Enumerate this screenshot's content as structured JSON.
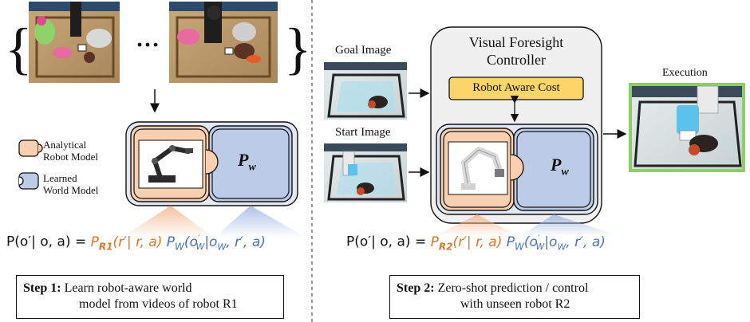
{
  "step1": {
    "legend_analytical": [
      "Analytical",
      "Robot Model"
    ],
    "legend_learned": [
      "Learned",
      "World Model"
    ],
    "pw_label": "P",
    "pw_sub": "w",
    "ellipsis": "···",
    "step_bold": "Step 1:",
    "step_text_line1": " Learn robot-aware world",
    "step_text_line2": "model from videos of robot R1",
    "equation": {
      "lhs": "P(o′| o, a) = ",
      "pr_main": "P",
      "pr_sub": "R1",
      "pr_args": "(r′| r, a)",
      "pw_main": " P",
      "pw_sub": "W",
      "pw_args_pre": "(o",
      "pw_args_o1_sup": "′",
      "pw_args_o1_sub": "W",
      "pw_args_mid": "|o",
      "pw_args_o2_sub": "W",
      "pw_args_end": ", r′, a)"
    }
  },
  "step2": {
    "goal_image": "Goal Image",
    "start_image": "Start Image",
    "controller_title": [
      "Visual Foresight",
      "Controller"
    ],
    "cost_label": "Robot Aware Cost",
    "execution": "Execution",
    "pw_label": "P",
    "pw_sub": "w",
    "step_bold": "Step 2:",
    "step_text_line1": " Zero-shot prediction / control",
    "step_text_line2": "with unseen robot R2",
    "equation": {
      "lhs": "P(o′| o, a) = ",
      "pr_main": "P",
      "pr_sub": "R2",
      "pr_args": "(r′| r, a)",
      "pw_main": " P",
      "pw_sub": "W",
      "pw_args_pre": "(o",
      "pw_args_o1_sup": "′",
      "pw_args_o1_sub": "W",
      "pw_args_mid": "|o",
      "pw_args_o2_sub": "W",
      "pw_args_end": ", r′, a)"
    }
  },
  "colors": {
    "orange_fill": "#f8cfb1",
    "blue_fill": "#bccbe6",
    "cost_fill": "#fbd56a",
    "exec_border": "#8ccf6a",
    "orange_text": "#d9782b",
    "blue_text": "#4a74b6"
  }
}
